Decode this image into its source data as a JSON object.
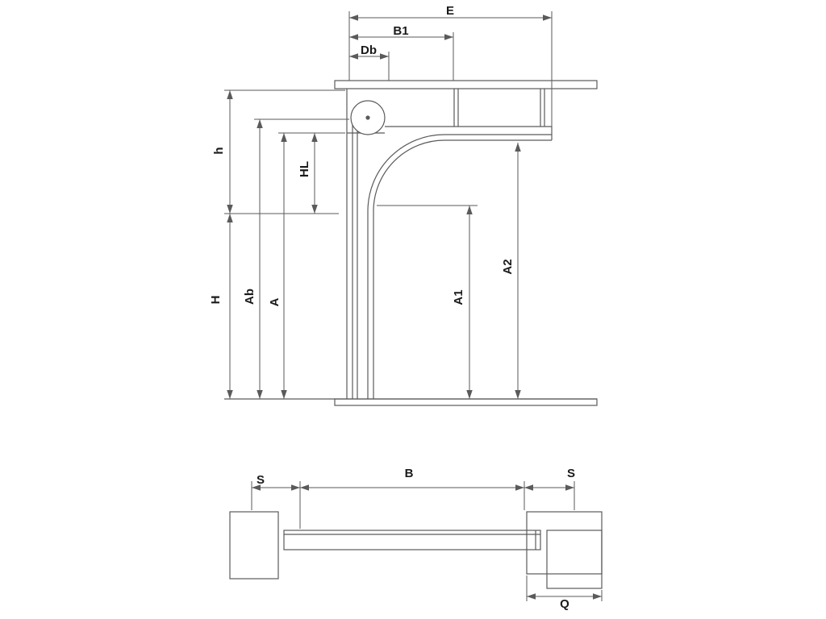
{
  "diagram": {
    "side_view": {
      "e": "E",
      "b1": "B1",
      "db": "Db",
      "h": "h",
      "hl": "HL",
      "H": "H",
      "ab": "Ab",
      "a": "A",
      "a1": "A1",
      "a2": "A2"
    },
    "plan_view": {
      "s_left": "S",
      "b": "B",
      "s_right": "S",
      "q": "Q"
    },
    "colors": {
      "line": "#5a5a5a",
      "text": "#1a1a1a",
      "background": "#ffffff"
    }
  }
}
